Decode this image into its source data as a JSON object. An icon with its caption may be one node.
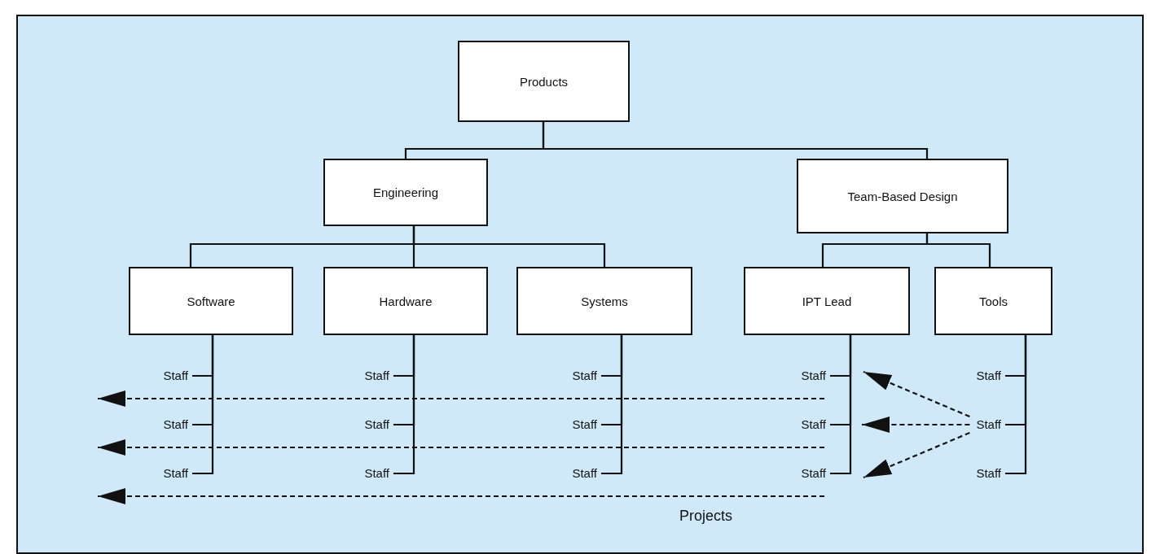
{
  "diagram": {
    "nodes": [
      {
        "text": [
          "Products"
        ]
      },
      {
        "text": [
          "Engineering"
        ]
      },
      {
        "text": [
          "Team-Based Design"
        ]
      },
      {
        "text": [
          "Software"
        ]
      },
      {
        "text": [
          "Hardware"
        ]
      },
      {
        "text": [
          "Systems"
        ]
      },
      {
        "text": [
          "IPT Lead"
        ]
      },
      {
        "text": [
          "Tools"
        ]
      },
      {
        "text": [
          "Staff"
        ]
      },
      {
        "text": [
          "Staff"
        ]
      },
      {
        "text": [
          "Staff"
        ]
      },
      {
        "text": [
          "Staff"
        ]
      },
      {
        "text": [
          "Staff"
        ]
      },
      {
        "text": [
          "Staff"
        ]
      },
      {
        "text": [
          "Staff"
        ]
      },
      {
        "text": [
          "Staff"
        ]
      },
      {
        "text": [
          "Staff"
        ]
      },
      {
        "text": [
          "Staff"
        ]
      },
      {
        "text": [
          "Staff"
        ]
      },
      {
        "text": [
          "Staff"
        ]
      },
      {
        "text": [
          "Staff"
        ]
      },
      {
        "text": [
          "Staff"
        ]
      },
      {
        "text": [
          "Staff"
        ]
      }
    ],
    "edges": [
      {
        "from": 0,
        "to": 1,
        "arrow": "none"
      },
      {
        "from": 0,
        "to": 2,
        "arrow": "none"
      },
      {
        "from": 1,
        "to": 3,
        "arrow": "none"
      },
      {
        "from": 1,
        "to": 4,
        "arrow": "none"
      },
      {
        "from": 1,
        "to": 5,
        "arrow": "none"
      },
      {
        "from": 2,
        "to": 6,
        "arrow": "none"
      },
      {
        "from": 2,
        "to": 7,
        "arrow": "none"
      },
      {
        "from": 3,
        "to": 8,
        "arrow": "none"
      },
      {
        "from": 3,
        "to": 13,
        "arrow": "none"
      },
      {
        "from": 3,
        "to": 18,
        "arrow": "none"
      },
      {
        "from": 4,
        "to": 9,
        "arrow": "none"
      },
      {
        "from": 4,
        "to": 14,
        "arrow": "none"
      },
      {
        "from": 4,
        "to": 19,
        "arrow": "none"
      },
      {
        "from": 5,
        "to": 10,
        "arrow": "none"
      },
      {
        "from": 5,
        "to": 15,
        "arrow": "none"
      },
      {
        "from": 5,
        "to": 20,
        "arrow": "none"
      },
      {
        "from": 6,
        "to": 11,
        "arrow": "none"
      },
      {
        "from": 6,
        "to": 16,
        "arrow": "none"
      },
      {
        "from": 6,
        "to": 21,
        "arrow": "none"
      },
      {
        "from": 7,
        "to": 12,
        "arrow": "none"
      },
      {
        "from": 7,
        "to": 17,
        "arrow": "none"
      },
      {
        "from": 7,
        "to": 22,
        "arrow": "none"
      },
      {
        "from": 17,
        "to": 11,
        "arrow": "to",
        "style": "dashed"
      },
      {
        "from": 17,
        "to": 16,
        "arrow": "to",
        "style": "dashed"
      },
      {
        "from": 17,
        "to": 21,
        "arrow": "to",
        "style": "dashed"
      }
    ],
    "labels": [
      "Projects"
    ]
  }
}
